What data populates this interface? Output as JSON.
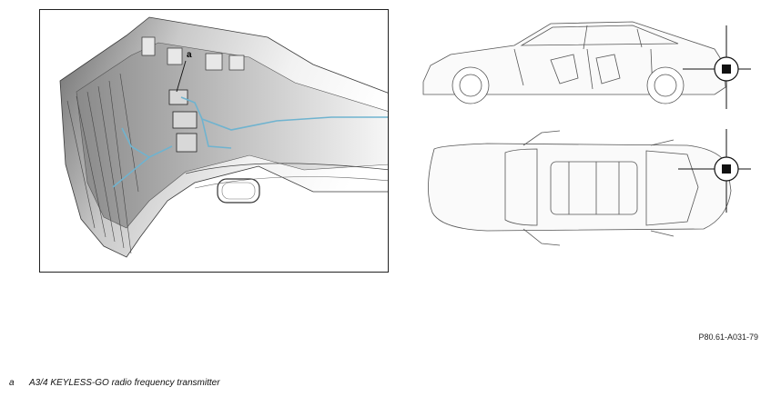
{
  "callout": {
    "letter": "a"
  },
  "figure_code": "P80.61-A031-79",
  "legend": [
    {
      "key": "a",
      "text": "A3/4 KEYLESS-GO radio frequency transmitter"
    }
  ],
  "colors": {
    "wiring": "#6fb3cf",
    "outline": "#3a3a3a",
    "panel_border": "#222222",
    "marker": "#111111"
  }
}
